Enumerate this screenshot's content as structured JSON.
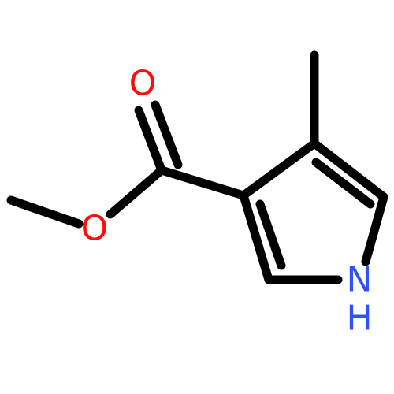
{
  "molecule": {
    "atoms": {
      "carbonyl_oxygen": {
        "symbol": "O",
        "color": "#ff0d0d"
      },
      "ester_oxygen": {
        "symbol": "O",
        "color": "#ff0d0d"
      },
      "ring_nitrogen": {
        "symbol": "N",
        "color": "#3050f8"
      },
      "nitrogen_hydrogen": {
        "symbol": "H",
        "color": "#3050f8"
      }
    },
    "bond_color": "#000000"
  }
}
